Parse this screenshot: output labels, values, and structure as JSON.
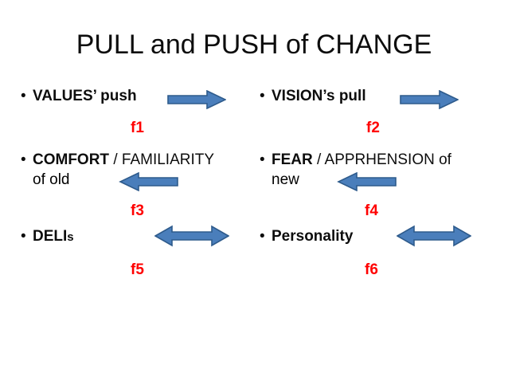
{
  "slide": {
    "title": "PULL and PUSH of CHANGE",
    "background_color": "#ffffff",
    "text_color": "#0d0d0d",
    "accent_color": "#4a7ebb",
    "accent_outline_color": "#2e5b8c",
    "label_color": "#ff0000"
  },
  "columns": [
    {
      "id": "left",
      "items": [
        {
          "bullet": "•",
          "strong": "VALUES’ push",
          "normal": "",
          "second_line": "",
          "arrow_type": "right",
          "label": "f1"
        },
        {
          "bullet": "•",
          "strong": "COMFORT",
          "normal": " / FAMILIARITY",
          "second_line": "of old",
          "arrow_type": "left",
          "label": "f3"
        },
        {
          "bullet": "•",
          "strong": "DELI",
          "normal": "s",
          "second_line": "",
          "arrow_type": "double",
          "label": "f5"
        }
      ]
    },
    {
      "id": "right",
      "items": [
        {
          "bullet": "•",
          "strong": "VISION’s pull",
          "normal": "",
          "second_line": "",
          "arrow_type": "right",
          "label": "f2"
        },
        {
          "bullet": "•",
          "strong": "FEAR",
          "normal": " / APPRHENSION of",
          "second_line": "new",
          "arrow_type": "left",
          "label": "f4"
        },
        {
          "bullet": "•",
          "strong": "Personality",
          "normal": "",
          "second_line": "",
          "arrow_type": "double",
          "label": "f6"
        }
      ]
    }
  ],
  "icons": {
    "arrow_right": "arrow-right-icon",
    "arrow_left": "arrow-left-icon",
    "arrow_double": "arrow-double-icon"
  }
}
